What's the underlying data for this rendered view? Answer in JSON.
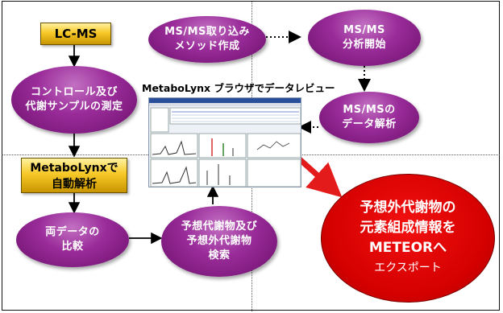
{
  "nodes": {
    "lcms": "LC-MS",
    "control": [
      "コントロール及び",
      "代謝サンプルの測定"
    ],
    "msms_import": [
      "MS/MS取り込み",
      "メソッド作成"
    ],
    "msms_start": [
      "MS/MS",
      "分析開始"
    ],
    "msms_analysis": [
      "MS/MSの",
      "データ解析"
    ],
    "metabolynx": [
      "MetaboLynxで",
      "自動解析"
    ],
    "compare": [
      "両データの",
      "比較"
    ],
    "search": [
      "予想代謝物及び",
      "予想外代謝物",
      "検索"
    ],
    "export": [
      "予想外代謝物の",
      "元素組成情報を",
      "METEORへ",
      "エクスポート"
    ]
  },
  "screenshot_caption": "MetaboLynx ブラウザでデータレビュー",
  "colors": {
    "oval_purple": "#9a2c9a",
    "gold": "#f7c928",
    "red": "#d40000",
    "arrow_red": "#e41b1b"
  }
}
